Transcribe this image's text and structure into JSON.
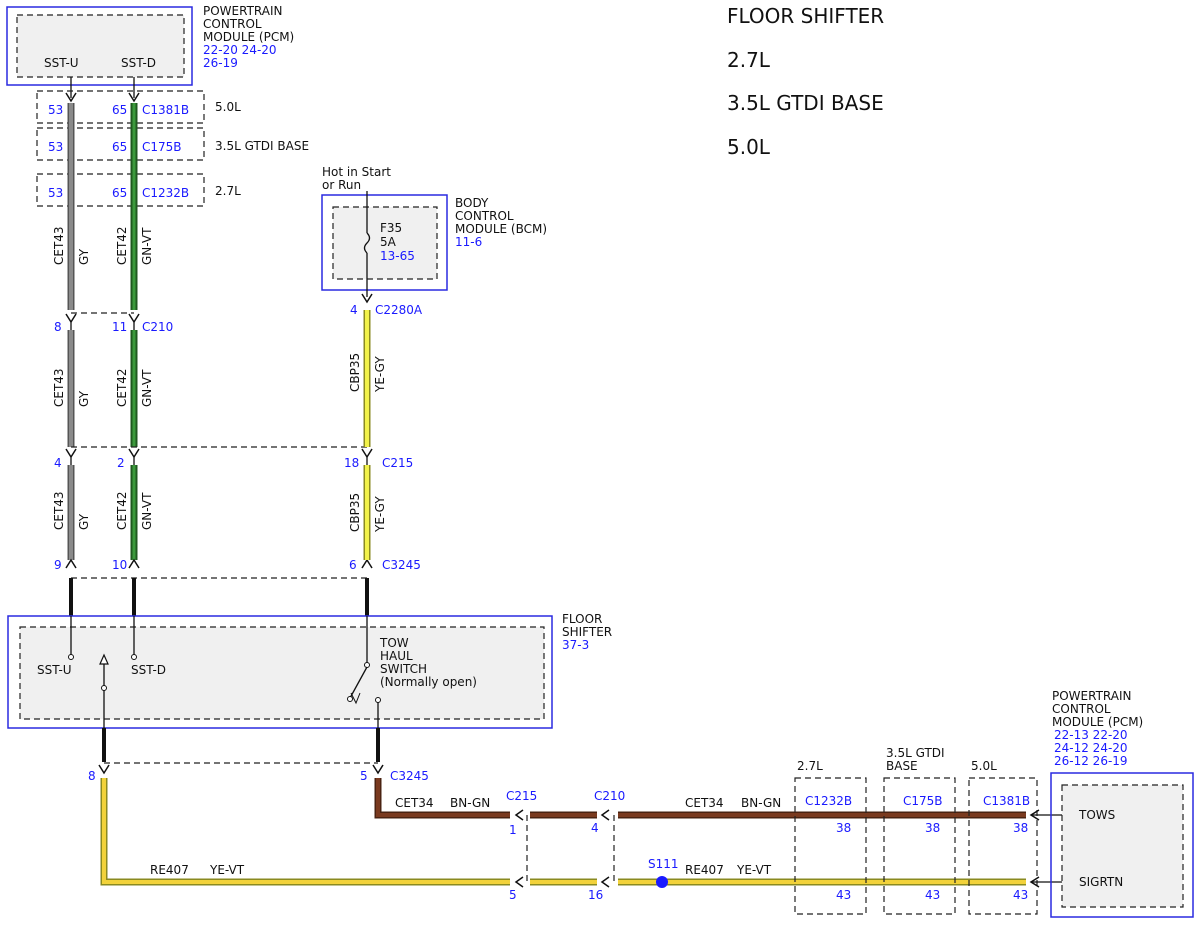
{
  "title": {
    "main": "FLOOR SHIFTER",
    "variants": [
      "2.7L",
      "3.5L GTDI BASE",
      "5.0L"
    ]
  },
  "pcm_top": {
    "name_lines": [
      "POWERTRAIN",
      "CONTROL",
      "MODULE (PCM)"
    ],
    "refs": [
      "22-20 24-20",
      "26-19"
    ],
    "pin_a": "SST-U",
    "pin_b": "SST-D"
  },
  "top_connectors": [
    {
      "pin_a": "53",
      "pin_b": "65",
      "conn": "C1381B",
      "variant": "5.0L"
    },
    {
      "pin_a": "53",
      "pin_b": "65",
      "conn": "C175B",
      "variant": "3.5L GTDI BASE"
    },
    {
      "pin_a": "53",
      "pin_b": "65",
      "conn": "C1232B",
      "variant": "2.7L"
    }
  ],
  "wires": {
    "cet43": {
      "circuit": "CET43",
      "color": "GY"
    },
    "cet42": {
      "circuit": "CET42",
      "color": "GN-VT"
    },
    "cbp35": {
      "circuit": "CBP35",
      "color": "YE-GY"
    },
    "cet34": {
      "circuit": "CET34",
      "color": "BN-GN"
    },
    "re407": {
      "circuit": "RE407",
      "color": "YE-VT"
    }
  },
  "c210_upper": {
    "pin_a": "8",
    "pin_b": "11",
    "conn": "C210"
  },
  "c215_upper": {
    "pin_a": "4",
    "pin_b": "2",
    "pin_c": "18",
    "conn": "C215"
  },
  "c3245_upper": {
    "pin_a": "9",
    "pin_b": "10",
    "pin_c": "6",
    "conn": "C3245"
  },
  "bcm": {
    "hot_lines": [
      "Hot in Start",
      "or Run"
    ],
    "name_lines": [
      "BODY",
      "CONTROL",
      "MODULE (BCM)"
    ],
    "ref": "11-6",
    "fuse": "F35",
    "amps": "5A",
    "fuse_ref": "13-65",
    "pin": "4",
    "conn": "C2280A"
  },
  "floor_shifter": {
    "name_lines": [
      "FLOOR",
      "SHIFTER"
    ],
    "ref": "37-3",
    "pin_a": "SST-U",
    "pin_b": "SST-D",
    "switch_lines": [
      "TOW",
      "HAUL",
      "SWITCH",
      "(Normally open)"
    ]
  },
  "c3245_lower": {
    "pin_a": "8",
    "pin_b": "5",
    "conn": "C3245"
  },
  "c215_lower": {
    "conn": "C215",
    "pin_top": "1",
    "pin_bottom": "5"
  },
  "c210_lower": {
    "conn": "C210",
    "pin_top": "4",
    "pin_bottom": "16"
  },
  "splice": "S111",
  "bottom_connectors": [
    {
      "variant": "2.7L",
      "conn": "C1232B",
      "pin_top": "38",
      "pin_bottom": "43"
    },
    {
      "variant_lines": [
        "3.5L GTDI",
        "BASE"
      ],
      "conn": "C175B",
      "pin_top": "38",
      "pin_bottom": "43"
    },
    {
      "variant": "5.0L",
      "conn": "C1381B",
      "pin_top": "38",
      "pin_bottom": "43"
    }
  ],
  "pcm_bottom": {
    "name_lines": [
      "POWERTRAIN",
      "CONTROL",
      "MODULE (PCM)"
    ],
    "refs": [
      "22-13 22-20",
      "24-12 24-20",
      "26-12 26-19"
    ],
    "pin_a": "TOWS",
    "pin_b": "SIGRTN"
  }
}
